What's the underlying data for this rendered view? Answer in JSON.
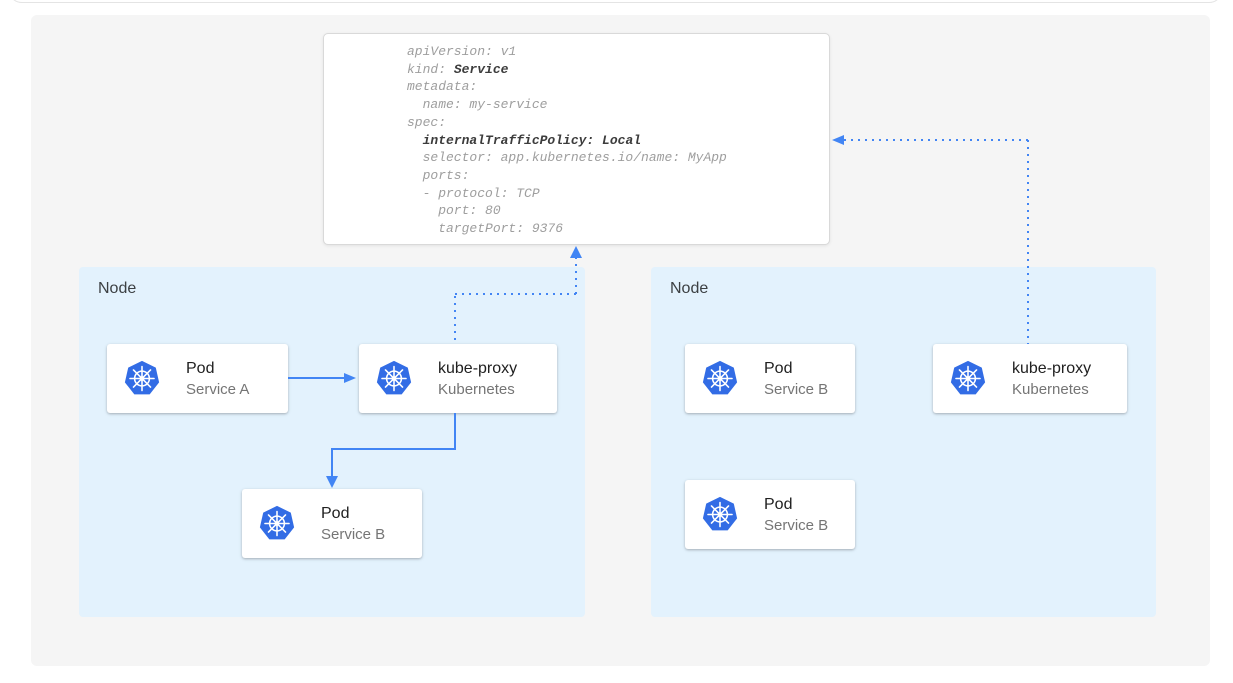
{
  "colors": {
    "k8s_blue": "#326ce5",
    "arrow_blue": "#4285f4",
    "node_bg": "#e3f2fd",
    "panel_bg": "#f5f5f5",
    "code_gray": "#9e9e9e",
    "code_bold": "#3c3c3c"
  },
  "yaml_card": {
    "lines": [
      {
        "segments": [
          {
            "text": "apiVersion: v1",
            "bold": false
          }
        ]
      },
      {
        "segments": [
          {
            "text": "kind: ",
            "bold": false
          },
          {
            "text": "Service",
            "bold": true
          }
        ]
      },
      {
        "segments": [
          {
            "text": "metadata:",
            "bold": false
          }
        ]
      },
      {
        "segments": [
          {
            "text": "  name: my-service",
            "bold": false
          }
        ]
      },
      {
        "segments": [
          {
            "text": "spec:",
            "bold": false
          }
        ]
      },
      {
        "segments": [
          {
            "text": "  ",
            "bold": false
          },
          {
            "text": "internalTrafficPolicy: Local",
            "bold": true
          }
        ]
      },
      {
        "segments": [
          {
            "text": "  selector: app.kubernetes.io/name: MyApp",
            "bold": false
          }
        ]
      },
      {
        "segments": [
          {
            "text": "  ports:",
            "bold": false
          }
        ]
      },
      {
        "segments": [
          {
            "text": "  - protocol: TCP",
            "bold": false
          }
        ]
      },
      {
        "segments": [
          {
            "text": "    port: 80",
            "bold": false
          }
        ]
      },
      {
        "segments": [
          {
            "text": "    targetPort: 9376",
            "bold": false
          }
        ]
      }
    ]
  },
  "nodes": [
    {
      "label": "Node",
      "cards": [
        {
          "title": "Pod",
          "subtitle": "Service A"
        },
        {
          "title": "kube-proxy",
          "subtitle": "Kubernetes"
        },
        {
          "title": "Pod",
          "subtitle": "Service B"
        }
      ]
    },
    {
      "label": "Node",
      "cards": [
        {
          "title": "Pod",
          "subtitle": "Service B"
        },
        {
          "title": "kube-proxy",
          "subtitle": "Kubernetes"
        },
        {
          "title": "Pod",
          "subtitle": "Service B"
        }
      ]
    }
  ]
}
